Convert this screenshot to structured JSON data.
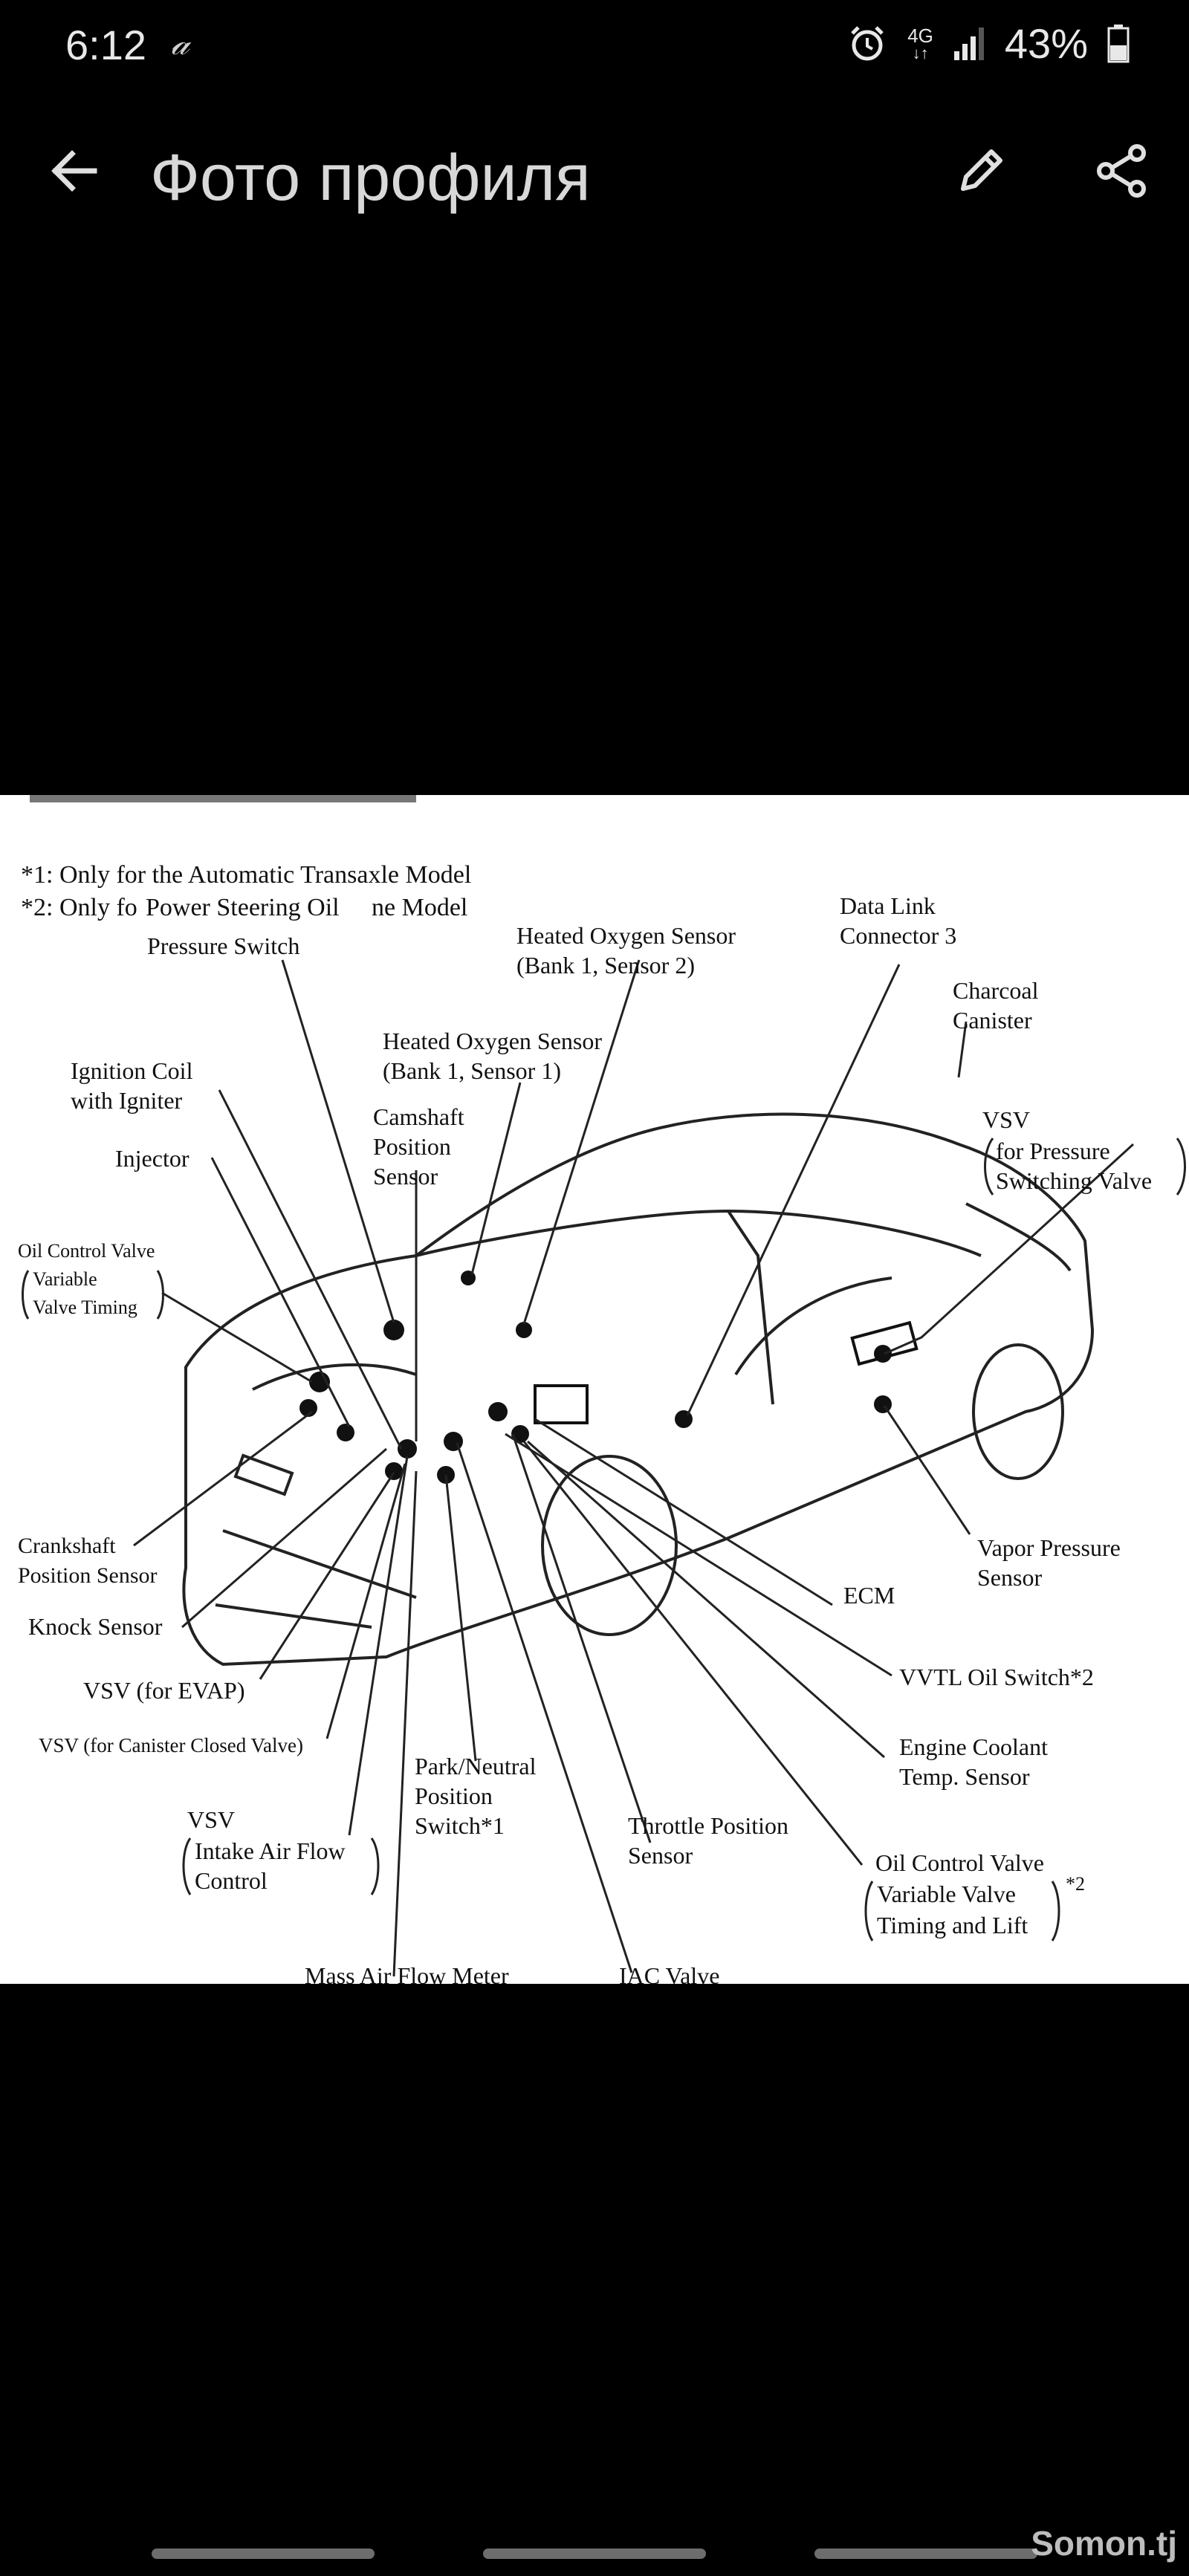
{
  "status_bar": {
    "time": "6:12",
    "notification_icon": "cursive-app-icon",
    "notification_glyph": "𝒶",
    "network_label": "4G",
    "battery": "43%",
    "icons": [
      "alarm-icon",
      "network-4g-icon",
      "signal-icon",
      "battery-icon"
    ]
  },
  "app_bar": {
    "title": "Фото профиля",
    "back_icon": "arrow-left-icon",
    "edit_icon": "pencil-icon",
    "share_icon": "share-icon"
  },
  "photo": {
    "footnote_1": "*1: Only for the Automatic Transaxle Model",
    "footnote_2_prefix": "*2: Only fo",
    "footnote_2_overlap": "Power Steering Oil",
    "footnote_2_suffix": "ne Model",
    "labels": {
      "power_steering": "Pressure Switch",
      "heated_o2_s2_line1": "Heated Oxygen Sensor",
      "heated_o2_s2_line2": "(Bank 1, Sensor 2)",
      "data_link_line1": "Data Link",
      "data_link_line2": "Connector 3",
      "charcoal_line1": "Charcoal",
      "charcoal_line2": "Canister",
      "heated_o2_s1_line1": "Heated Oxygen Sensor",
      "heated_o2_s1_line2": "(Bank 1, Sensor 1)",
      "ignition_line1": "Ignition Coil",
      "ignition_line2": "with Igniter",
      "camshaft_line1": "Camshaft",
      "camshaft_line2": "Position",
      "camshaft_line3": "Sensor",
      "vsv_pressure_line1": "VSV",
      "vsv_pressure_line2": "for Pressure",
      "vsv_pressure_line3": "Switching Valve",
      "injector": "Injector",
      "ocv_line1": "Oil Control Valve",
      "ocv_line2": "Variable",
      "ocv_line3": "Valve Timing",
      "crankshaft_line1": "Crankshaft",
      "crankshaft_line2": "Position Sensor",
      "vapor_line1": "Vapor Pressure",
      "vapor_line2": "Sensor",
      "ecm": "ECM",
      "knock": "Knock Sensor",
      "vvtl": "VVTL Oil Switch*2",
      "vsv_evap": "VSV (for EVAP)",
      "vsv_canister": "VSV (for Canister Closed Valve)",
      "park_line1": "Park/Neutral",
      "park_line2": "Position",
      "park_line3": "Switch*1",
      "coolant_line1": "Engine Coolant",
      "coolant_line2": "Temp. Sensor",
      "vsv_intake_line1": "VSV",
      "vsv_intake_line2": "Intake Air Flow",
      "vsv_intake_line3": "Control",
      "throttle_line1": "Throttle Position",
      "throttle_line2": "Sensor",
      "ocv2_line1": "Oil Control Valve",
      "ocv2_line2": "Variable Valve",
      "ocv2_line3": "Timing and Lift",
      "ocv2_note": "*2",
      "maf": "Mass Air Flow Meter",
      "iac": "IAC Valve"
    }
  },
  "watermark": "Somon.tj"
}
